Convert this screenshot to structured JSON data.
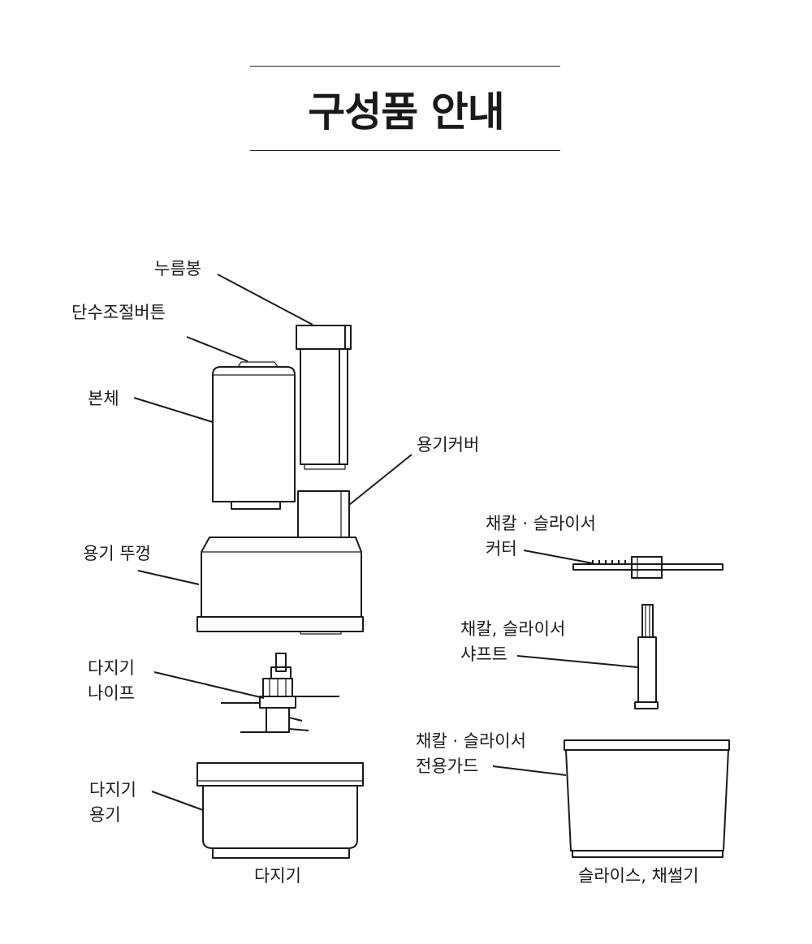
{
  "title": "구성품 안내",
  "labels": {
    "pusher": "누름봉",
    "speed_button": "단수조절버튼",
    "body": "본체",
    "bowl_cover": "용기커버",
    "cutter_1": "채칼 · 슬라이서",
    "cutter_2": "커터",
    "lid": "용기 뚜껑",
    "shaft_1": "채칼, 슬라이서",
    "shaft_2": "샤프트",
    "knife_1": "다지기",
    "knife_2": "나이프",
    "guard_1": "채칼 · 슬라이서",
    "guard_2": "전용가드",
    "bowl_1": "다지기",
    "bowl_2": "용기"
  },
  "captions": {
    "chopper": "다지기",
    "slicer": "슬라이스, 채썰기"
  }
}
